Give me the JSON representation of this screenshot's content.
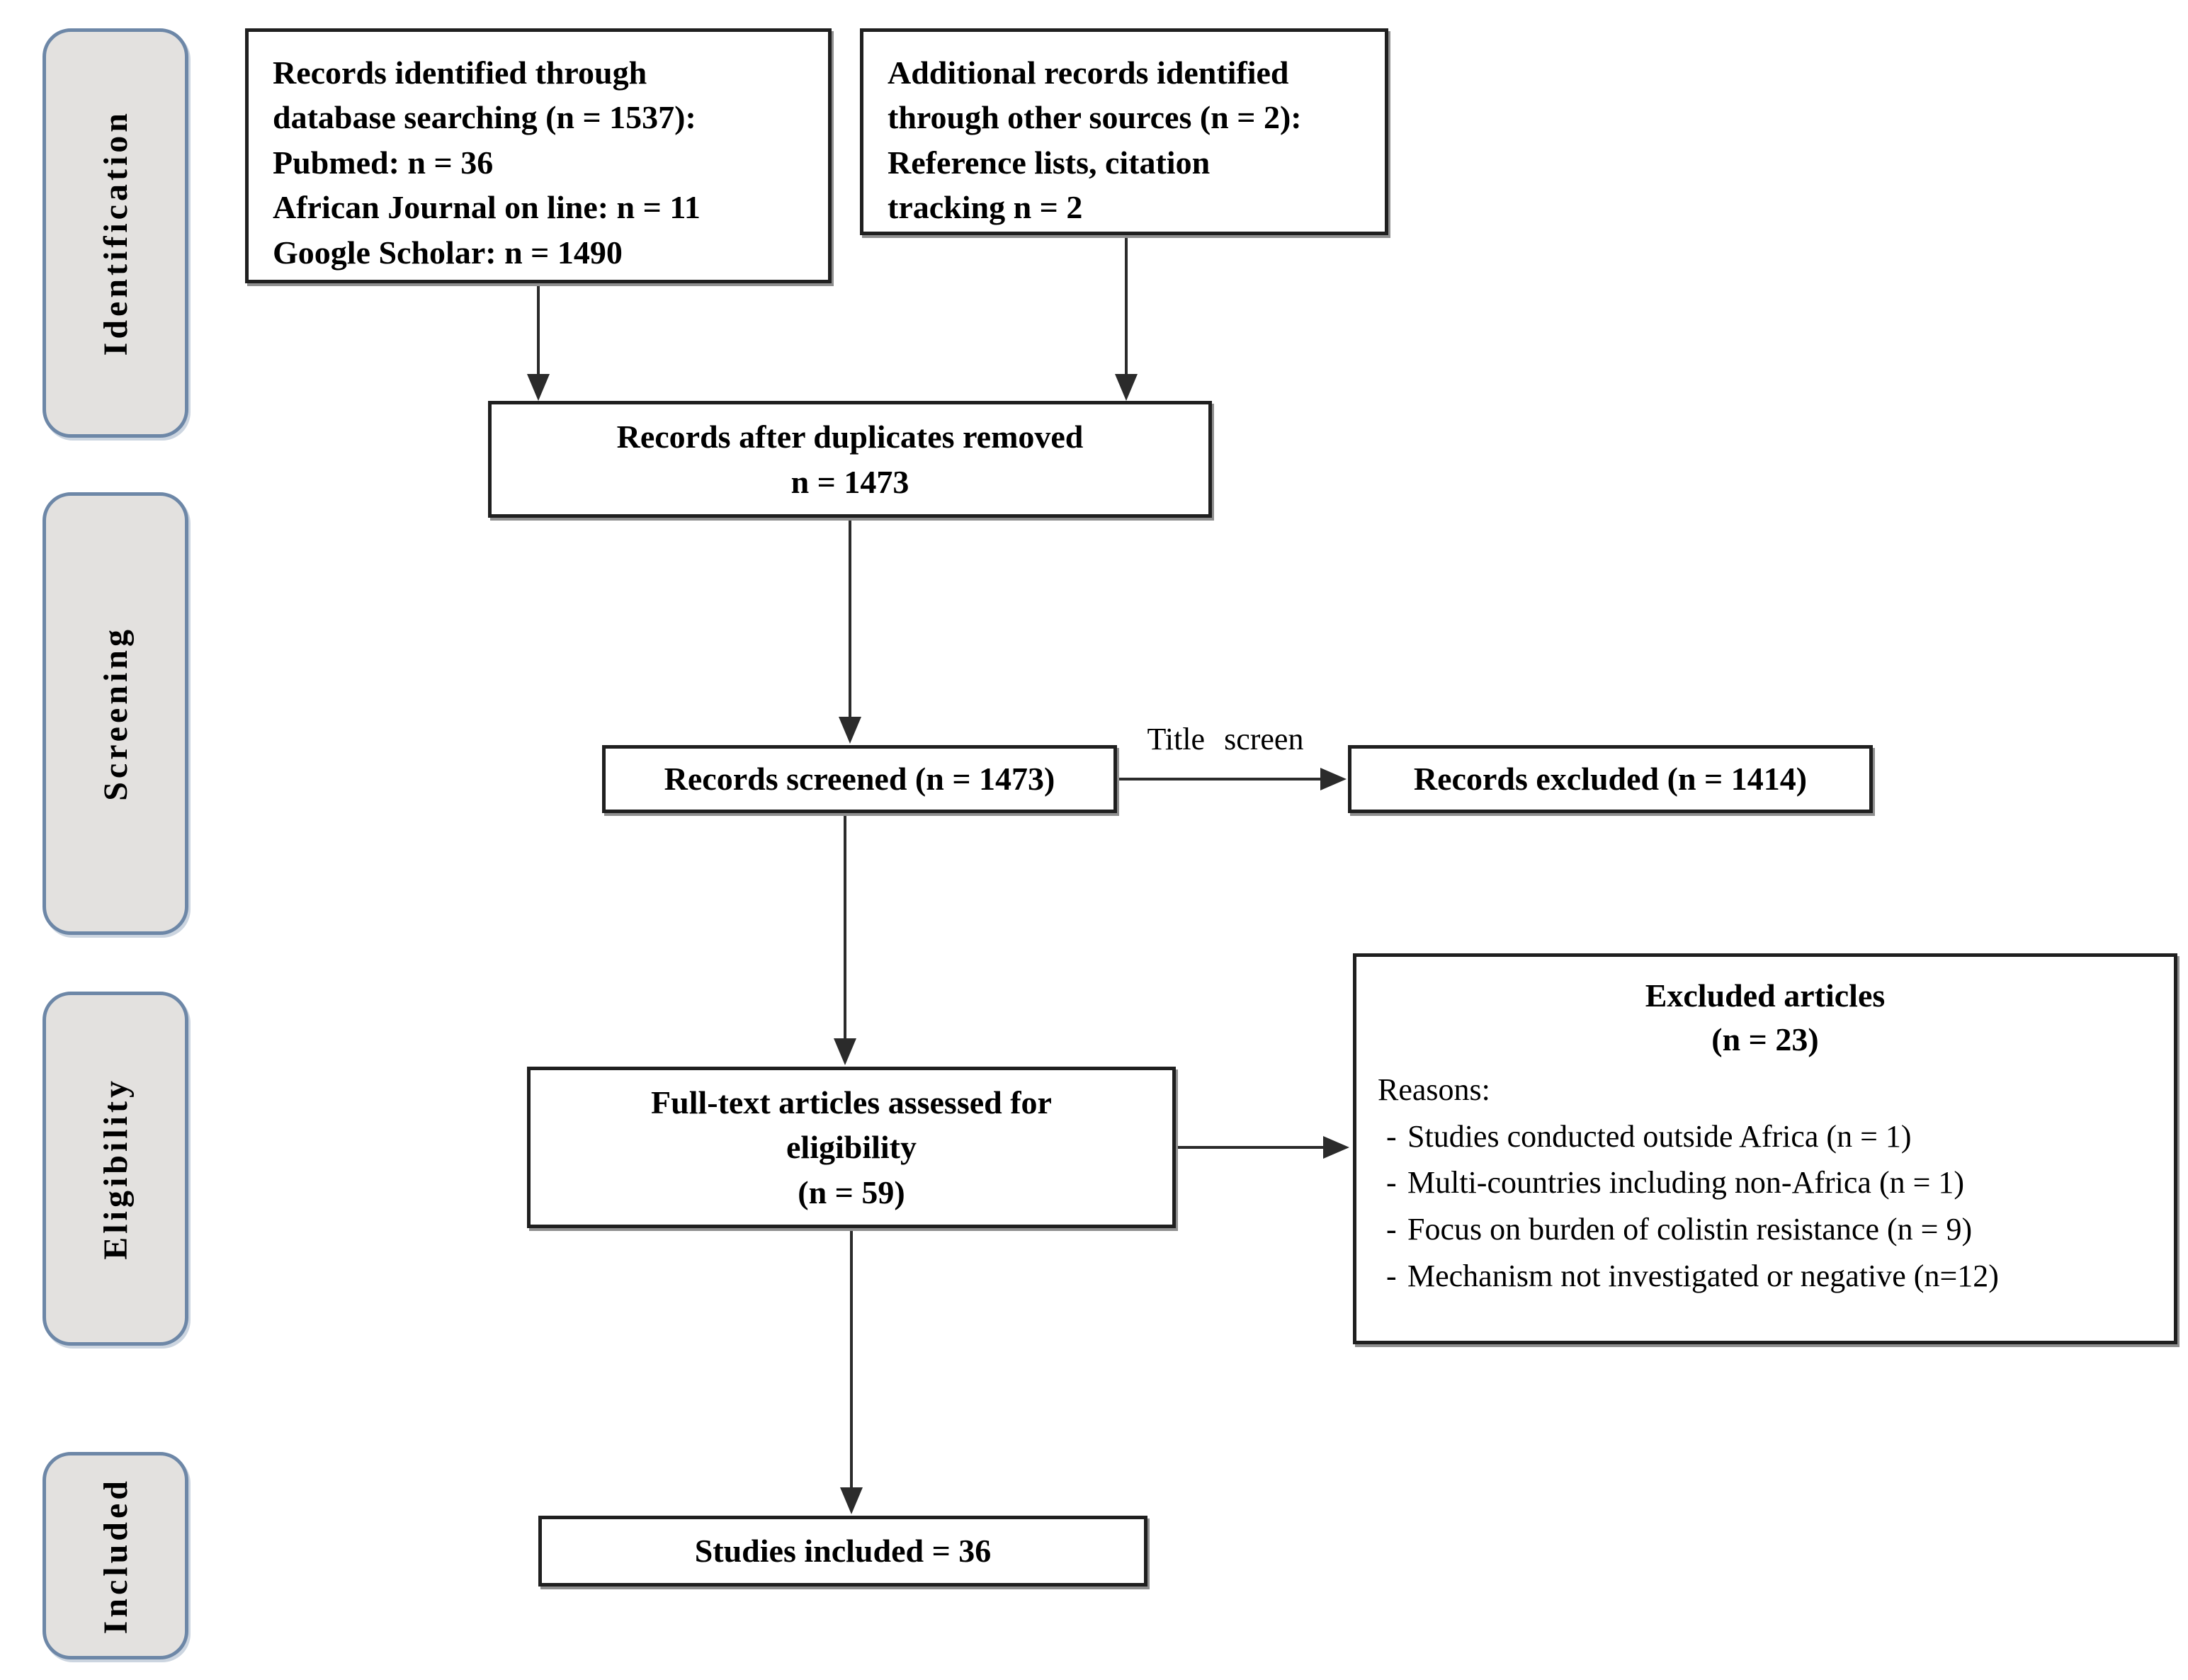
{
  "colors": {
    "background": "#ffffff",
    "box_fill": "#ffffff",
    "box_border": "#1f1f1f",
    "box_shadow": "#8f8f8f",
    "stage_fill": "#e3e1df",
    "stage_border": "#6d87a7",
    "arrow": "#2b2b2b",
    "text": "#000000"
  },
  "stages": [
    {
      "label": "Identification"
    },
    {
      "label": "Screening"
    },
    {
      "label": "Eligibility"
    },
    {
      "label": "Included"
    }
  ],
  "boxes": {
    "identified": {
      "text": "Records identified through\ndatabase searching (n = 1537):\nPubmed: n = 36\nAfrican Journal on line: n = 11\nGoogle Scholar: n = 1490"
    },
    "additional": {
      "text": "Additional records identified\nthrough other sources (n = 2):\nReference lists, citation\ntracking n = 2"
    },
    "duplicates_removed": {
      "text": "Records after duplicates removed\nn = 1473"
    },
    "screened": {
      "text": "Records screened (n = 1473)"
    },
    "records_excluded": {
      "text": "Records excluded (n = 1414)"
    },
    "fulltext": {
      "text": "Full-text articles assessed for\neligibility\n(n = 59)"
    },
    "excluded_articles": {
      "title": "Excluded articles\n(n = 23)",
      "reasons_label": "Reasons:",
      "bullet": "-",
      "reasons": [
        "Studies conducted outside Africa (n = 1)",
        "Multi-countries including non-Africa (n = 1)",
        "Focus on burden of colistin resistance (n = 9)",
        "Mechanism not investigated or negative (n=12)"
      ]
    },
    "included": {
      "text": "Studies included = 36"
    }
  },
  "labels": {
    "title_screen": "Title screen"
  }
}
